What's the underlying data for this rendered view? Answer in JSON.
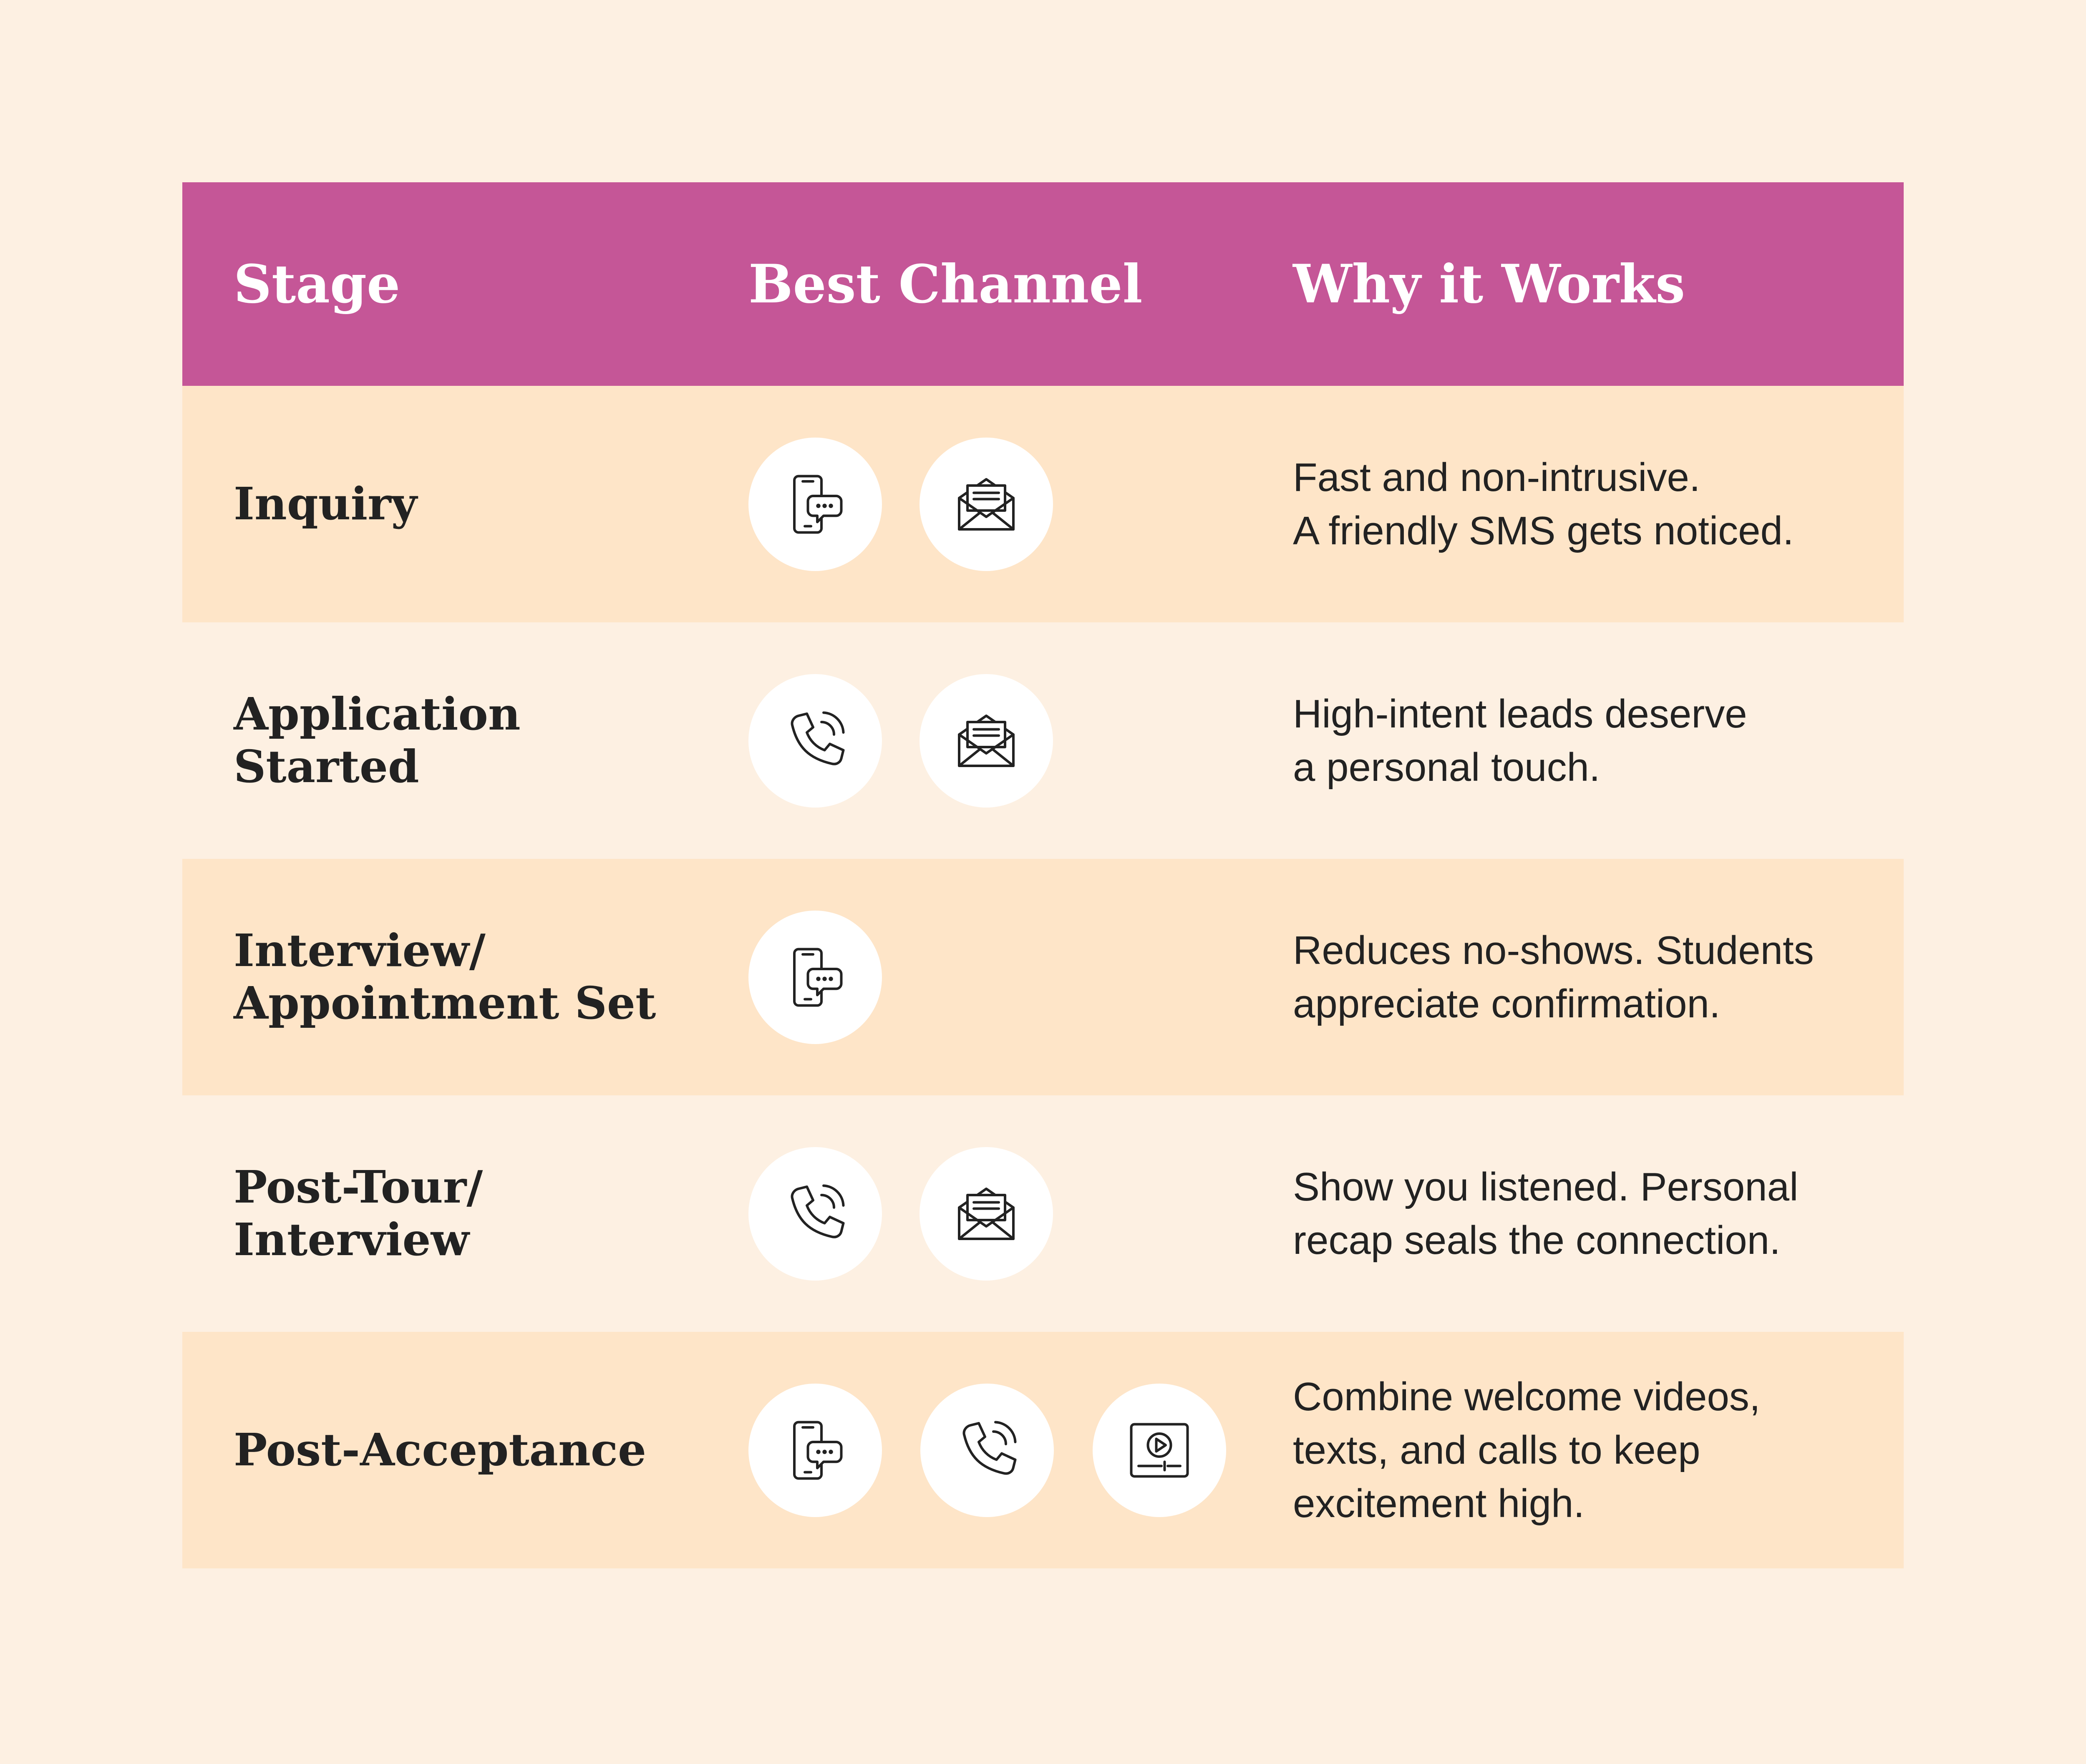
{
  "header": {
    "stage": "Stage",
    "channel": "Best Channel",
    "why": "Why it Works"
  },
  "rows": [
    {
      "stage": "Inquiry",
      "channels": [
        "sms-icon",
        "email-icon"
      ],
      "why": "Fast and non-intrusive.\nA friendly SMS gets noticed."
    },
    {
      "stage": "Application\nStarted",
      "channels": [
        "phone-call-icon",
        "email-icon"
      ],
      "why": "High-intent leads deserve\na personal touch."
    },
    {
      "stage": "Interview/\nAppointment Set",
      "channels": [
        "sms-icon"
      ],
      "why": "Reduces no-shows. Students\nappreciate confirmation."
    },
    {
      "stage": "Post-Tour/\nInterview",
      "channels": [
        "phone-call-icon",
        "email-icon"
      ],
      "why": "Show you listened. Personal\nrecap seals the connection."
    },
    {
      "stage": "Post-Acceptance",
      "channels": [
        "sms-icon",
        "phone-call-icon",
        "video-icon"
      ],
      "why": "Combine welcome videos,\ntexts, and calls to keep\nexcitement high."
    }
  ],
  "colors": {
    "background": "#fdf0e2",
    "header": "#c55697",
    "shaded_row": "#fee5c8",
    "text": "#222222"
  }
}
